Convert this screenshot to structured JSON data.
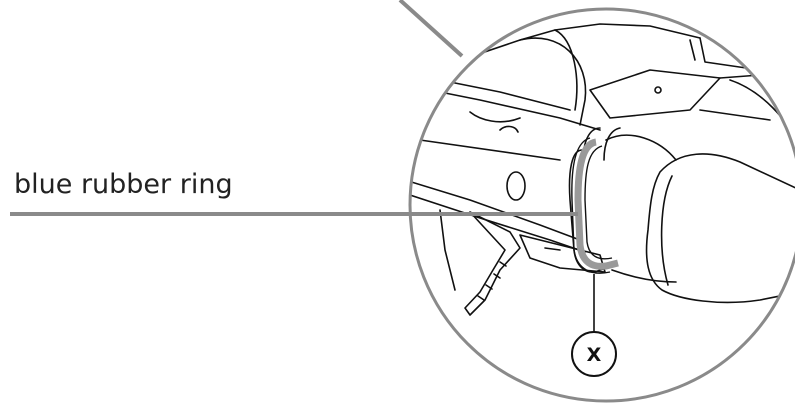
{
  "labels": {
    "ring_label": "blue rubber ring",
    "marker": "X"
  },
  "colors": {
    "background": "#ffffff",
    "line": "#111111",
    "callout_gray": "#8a8a8a",
    "ring_gray": "#9a9a9a",
    "text": "#222222"
  },
  "icons": {
    "marker_shape": "circle-with-letter"
  }
}
